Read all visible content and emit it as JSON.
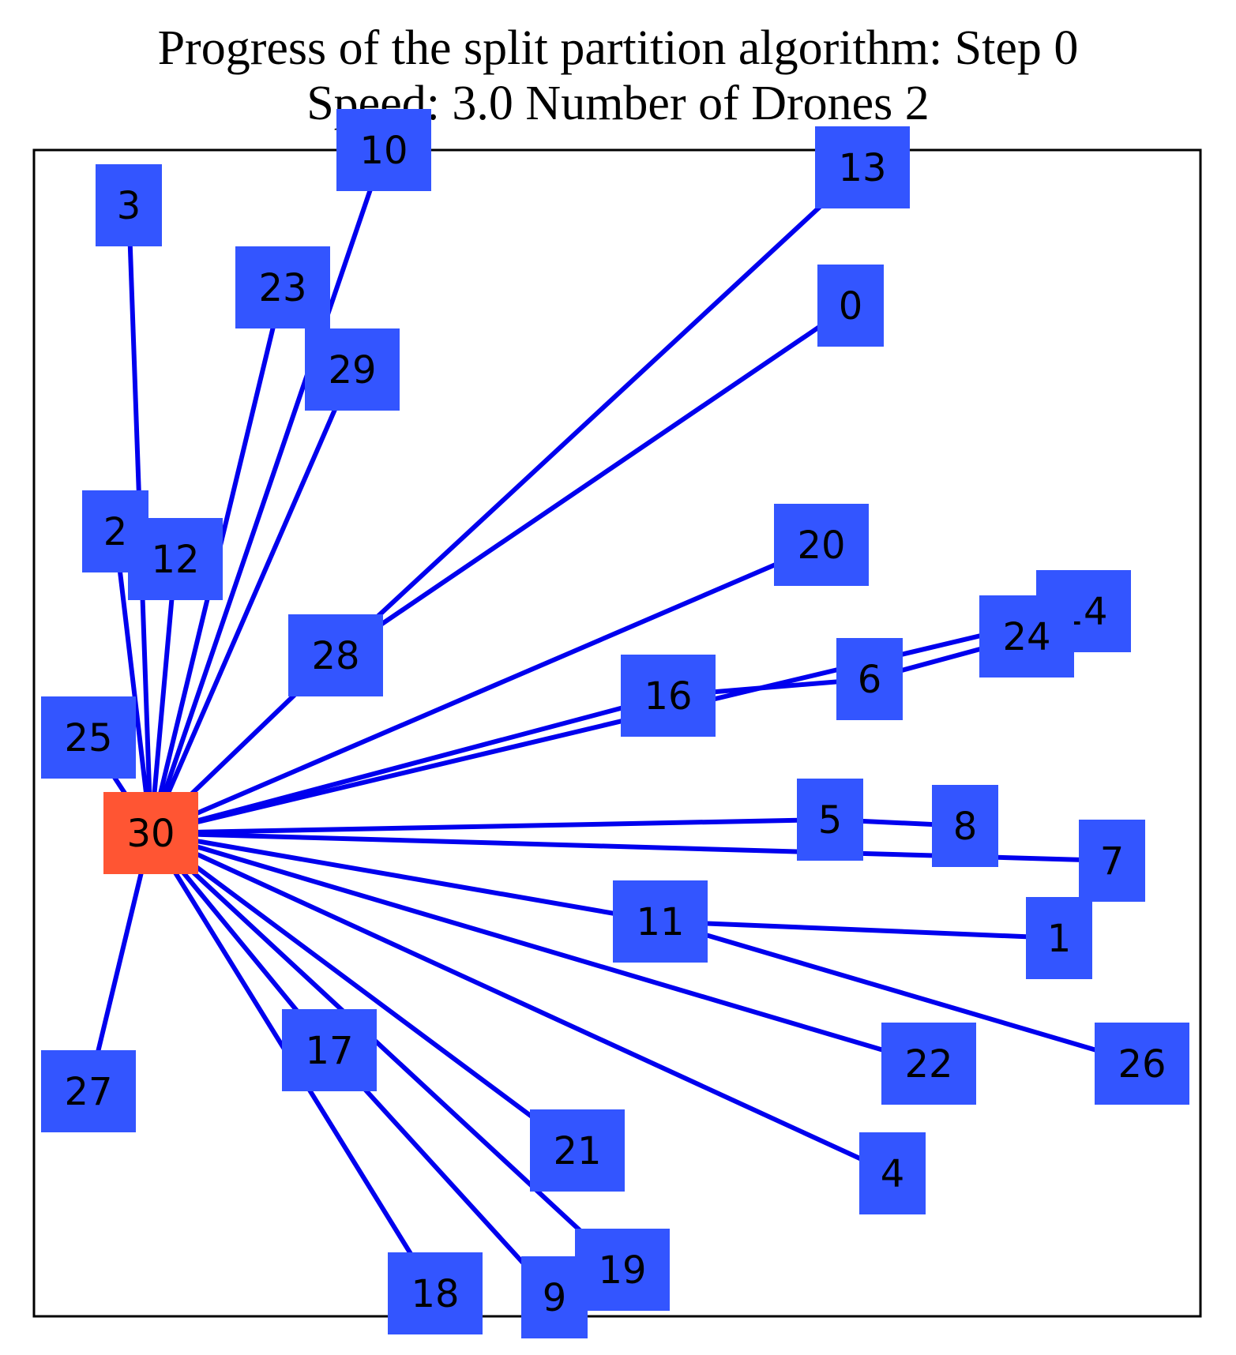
{
  "title": {
    "line1": "Progress of the split partition algorithm: Step 0",
    "line2": "Speed: 3.0 Number of Drones 2"
  },
  "colors": {
    "node": "#3355ff",
    "depot": "#ff5533",
    "edge": "#0000ee",
    "label": "#000000",
    "frame": "#000000"
  },
  "depot_id": "30",
  "nodes": [
    {
      "id": "0"
    },
    {
      "id": "1"
    },
    {
      "id": "2"
    },
    {
      "id": "3"
    },
    {
      "id": "4"
    },
    {
      "id": "5"
    },
    {
      "id": "6"
    },
    {
      "id": "7"
    },
    {
      "id": "8"
    },
    {
      "id": "9"
    },
    {
      "id": "10"
    },
    {
      "id": "11"
    },
    {
      "id": "12"
    },
    {
      "id": "13"
    },
    {
      "id": "14"
    },
    {
      "id": "16"
    },
    {
      "id": "17"
    },
    {
      "id": "18"
    },
    {
      "id": "19"
    },
    {
      "id": "20"
    },
    {
      "id": "21"
    },
    {
      "id": "22"
    },
    {
      "id": "23"
    },
    {
      "id": "24"
    },
    {
      "id": "25"
    },
    {
      "id": "26"
    },
    {
      "id": "27"
    },
    {
      "id": "28"
    },
    {
      "id": "29"
    },
    {
      "id": "30"
    }
  ],
  "edges": [
    [
      "30",
      "3"
    ],
    [
      "30",
      "2"
    ],
    [
      "30",
      "12"
    ],
    [
      "30",
      "25"
    ],
    [
      "30",
      "27"
    ],
    [
      "30",
      "23"
    ],
    [
      "30",
      "29"
    ],
    [
      "30",
      "10"
    ],
    [
      "30",
      "28"
    ],
    [
      "28",
      "13"
    ],
    [
      "28",
      "0"
    ],
    [
      "30",
      "20"
    ],
    [
      "30",
      "16"
    ],
    [
      "16",
      "6"
    ],
    [
      "6",
      "24"
    ],
    [
      "30",
      "14"
    ],
    [
      "30",
      "5"
    ],
    [
      "5",
      "8"
    ],
    [
      "30",
      "7"
    ],
    [
      "30",
      "11"
    ],
    [
      "11",
      "1"
    ],
    [
      "11",
      "26"
    ],
    [
      "30",
      "22"
    ],
    [
      "30",
      "4"
    ],
    [
      "30",
      "21"
    ],
    [
      "30",
      "19"
    ],
    [
      "30",
      "17"
    ],
    [
      "17",
      "9"
    ],
    [
      "30",
      "18"
    ]
  ]
}
